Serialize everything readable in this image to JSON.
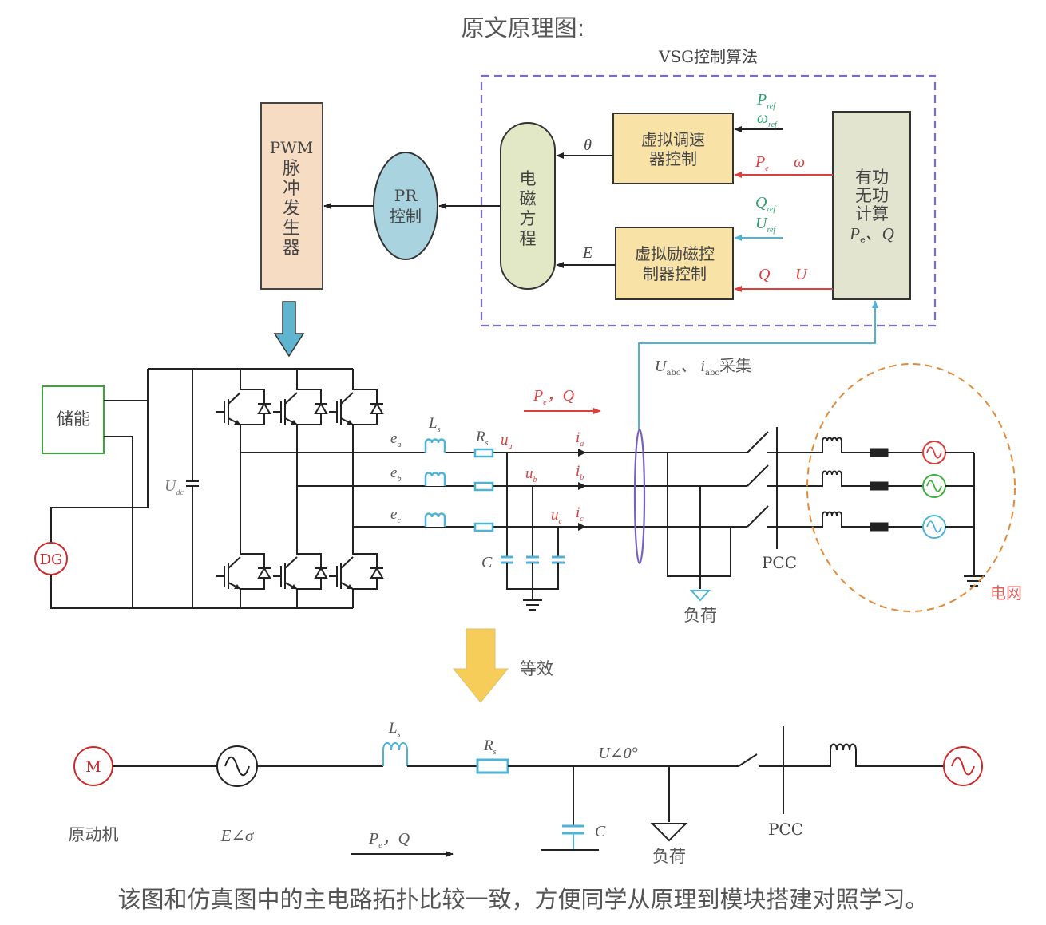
{
  "title": "原文原理图:",
  "caption": "该图和仿真图中的主电路拓扑比较一致，方便同学从原理到模块搭建对照学习。",
  "colors": {
    "control_box_border": "#7a6fc0",
    "arrow_red": "#d94040",
    "label_green": "#2e9e6e",
    "line_blue": "#4fb3d6",
    "pr_fill": "#a8d3df",
    "pwm_fill": "#f7dcc4",
    "em_fill": "#e2e8c6",
    "ctrl_fill": "#f8e2a6",
    "calc_fill": "#e2e4cf",
    "storage_border": "#3aa63a",
    "dg_color": "#cc2a2a",
    "grid_circle": "#e08a3a",
    "grid_label": "#e06060",
    "equiv_arrow": "#f5cd58",
    "down_arrow": "#5fb5cf"
  },
  "control": {
    "vsg_label": "VSG控制算法",
    "pwm_label": "PWM",
    "pwm_chars": [
      "脉",
      "冲",
      "发",
      "生",
      "器"
    ],
    "pr_line1": "PR",
    "pr_line2": "控制",
    "em_chars": [
      "电",
      "磁",
      "方",
      "程"
    ],
    "speed_line1": "虚拟调速",
    "speed_line2": "器控制",
    "excite_line1": "虚拟励磁控",
    "excite_line2": "制器控制",
    "calc_chars": [
      "有功",
      "无功",
      "计算"
    ],
    "calc_sym": "P",
    "calc_sym_sub": "e",
    "calc_sym2": "、Q",
    "theta": "θ",
    "E": "E",
    "pref": "P",
    "pref_sub": "ref",
    "wref": "ω",
    "wref_sub": "ref",
    "pe": "P",
    "pe_sub": "e",
    "omega": "ω",
    "qref": "Q",
    "qref_sub": "ref",
    "uref": "U",
    "uref_sub": "ref",
    "q": "Q",
    "u": "U"
  },
  "circuit": {
    "storage": "储能",
    "dg": "DG",
    "udc": "U",
    "udc_sub": "dc",
    "ea": "e",
    "ea_sub": "a",
    "eb": "e",
    "eb_sub": "b",
    "ec": "e",
    "ec_sub": "c",
    "ls": "L",
    "ls_sub": "s",
    "rs": "R",
    "rs_sub": "s",
    "ua": "u",
    "ua_sub": "a",
    "ub": "u",
    "ub_sub": "b",
    "uc": "u",
    "uc_sub": "c",
    "ia": "i",
    "ia_sub": "a",
    "ib": "i",
    "ib_sub": "b",
    "ic": "i",
    "ic_sub": "c",
    "cap": "C",
    "power_flow": "P",
    "power_flow_sub": "e",
    "power_flow_q": "，Q",
    "sample": "U",
    "sample_sub": "abc",
    "sample_mid": "、 i",
    "sample_sub2": "abc",
    "sample_tail": "采集",
    "load": "负荷",
    "pcc": "PCC",
    "grid": "电网"
  },
  "equivalent": {
    "label": "等效",
    "motor": "M",
    "prime_mover": "原动机",
    "emf": "E∠σ",
    "ls": "L",
    "ls_sub": "s",
    "rs": "R",
    "rs_sub": "s",
    "voltage": "U∠0°",
    "cap": "C",
    "load": "负荷",
    "pcc": "PCC",
    "power_flow": "P",
    "power_flow_sub": "e",
    "power_flow_q": "，Q"
  }
}
